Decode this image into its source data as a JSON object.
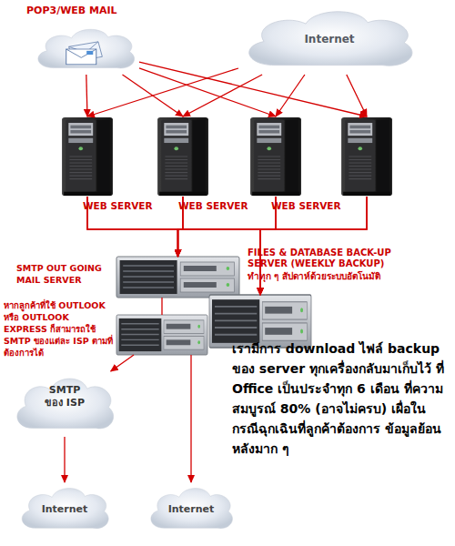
{
  "diagram": {
    "nodes": [
      {
        "text": [
          "POP3/WEB MAIL"
        ]
      },
      {
        "text": [
          "Internet"
        ]
      },
      {
        "text": [
          "WEB SERVER"
        ]
      },
      {
        "text": [
          "WEB SERVER"
        ]
      },
      {
        "text": [
          "WEB SERVER"
        ]
      },
      {
        "text": []
      },
      {
        "text": [
          "SMTP OUT GOING MAIL SERVER"
        ]
      },
      {
        "text": [
          "FILES & DATABASE BACK-UP SERVER (WEEKLY BACKUP)",
          "ทำทุก ๆ สัปดาห์ด้วยระบบอัตโนมัติ"
        ]
      },
      {
        "text": [
          "หากลูกค้าที่ใช้ OUTLOOK หรือ OUTLOOK EXPRESS ก็สามารถใช้ SMTP ของแต่ละ ISP ตามที่ต้องการได้"
        ]
      },
      {
        "text": [
          "SMTP ของ ISP"
        ]
      },
      {
        "text": [
          "Internet"
        ]
      },
      {
        "text": [
          "Internet"
        ]
      }
    ],
    "edges": [
      {
        "from": 0,
        "to": 2,
        "arrow": "to"
      },
      {
        "from": 0,
        "to": 3,
        "arrow": "to"
      },
      {
        "from": 0,
        "to": 4,
        "arrow": "to"
      },
      {
        "from": 0,
        "to": 5,
        "arrow": "to"
      },
      {
        "from": 1,
        "to": 2,
        "arrow": "to"
      },
      {
        "from": 1,
        "to": 3,
        "arrow": "to"
      },
      {
        "from": 1,
        "to": 4,
        "arrow": "to"
      },
      {
        "from": 1,
        "to": 5,
        "arrow": "to"
      },
      {
        "from": 2,
        "to": 6,
        "arrow": "to"
      },
      {
        "from": 3,
        "to": 6,
        "arrow": "to"
      },
      {
        "from": 4,
        "to": 6,
        "arrow": "to"
      },
      {
        "from": 5,
        "to": 6,
        "arrow": "to"
      },
      {
        "from": 2,
        "to": 7,
        "arrow": "to"
      },
      {
        "from": 3,
        "to": 7,
        "arrow": "to"
      },
      {
        "from": 4,
        "to": 7,
        "arrow": "to"
      },
      {
        "from": 5,
        "to": 7,
        "arrow": "to"
      },
      {
        "from": 6,
        "to": 8,
        "arrow": "none"
      },
      {
        "from": 8,
        "to": 9,
        "arrow": "to"
      },
      {
        "from": 9,
        "to": 10,
        "arrow": "to"
      },
      {
        "from": 8,
        "to": 11,
        "arrow": "to"
      }
    ],
    "labels": [
      "เรามีการ download ไฟล์ backup ของ server ทุกเครื่องกลับมาเก็บไว้ ที่ Office เป็นประจำทุก 6 เดือน ที่ความสมบูรณ์ 80% (อาจไม่ครบ) เผื่อในกรณีฉุกเฉินที่ลูกค้าต้องการ ข้อมูลย้อนหลังมาก ๆ"
    ]
  }
}
